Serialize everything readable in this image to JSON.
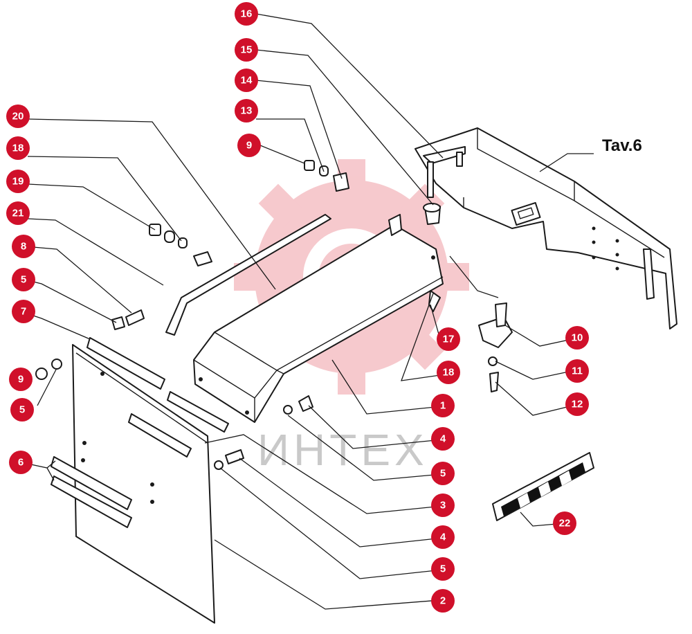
{
  "table_label": "Tav.6",
  "watermark": {
    "text": "ИНТЕХ",
    "gear_color": "#f3b7bd"
  },
  "colors": {
    "badge": "#d0102a",
    "line": "#1a1a1a"
  },
  "callouts": [
    {
      "id": "c16",
      "label": "16"
    },
    {
      "id": "c15",
      "label": "15"
    },
    {
      "id": "c14",
      "label": "14"
    },
    {
      "id": "c13",
      "label": "13"
    },
    {
      "id": "c9a",
      "label": "9"
    },
    {
      "id": "c20",
      "label": "20"
    },
    {
      "id": "c18a",
      "label": "18"
    },
    {
      "id": "c19",
      "label": "19"
    },
    {
      "id": "c21",
      "label": "21"
    },
    {
      "id": "c8",
      "label": "8"
    },
    {
      "id": "c5a",
      "label": "5"
    },
    {
      "id": "c7",
      "label": "7"
    },
    {
      "id": "c9b",
      "label": "9"
    },
    {
      "id": "c5b",
      "label": "5"
    },
    {
      "id": "c6",
      "label": "6"
    },
    {
      "id": "c10",
      "label": "10"
    },
    {
      "id": "c17",
      "label": "17"
    },
    {
      "id": "c11",
      "label": "11"
    },
    {
      "id": "c18b",
      "label": "18"
    },
    {
      "id": "c12",
      "label": "12"
    },
    {
      "id": "c1",
      "label": "1"
    },
    {
      "id": "c4a",
      "label": "4"
    },
    {
      "id": "c5c",
      "label": "5"
    },
    {
      "id": "c3",
      "label": "3"
    },
    {
      "id": "c4b",
      "label": "4"
    },
    {
      "id": "c5d",
      "label": "5"
    },
    {
      "id": "c2",
      "label": "2"
    },
    {
      "id": "c22",
      "label": "22"
    }
  ]
}
